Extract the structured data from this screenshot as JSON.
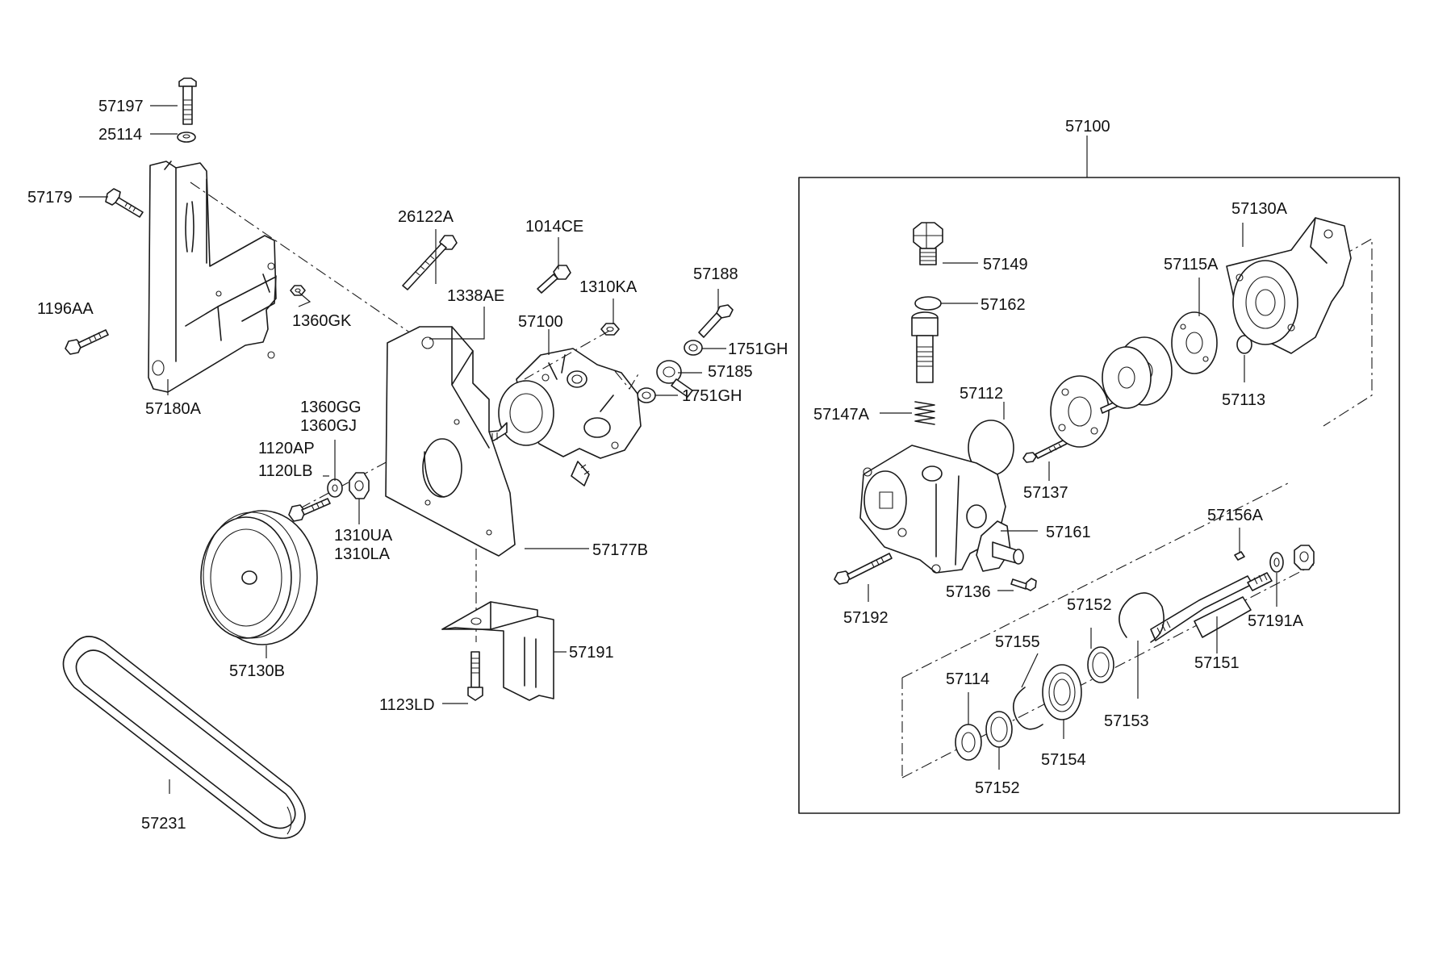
{
  "labels": {
    "l57197": "57197",
    "l25114": "25114",
    "l57179": "57179",
    "l1196AA": "1196AA",
    "l57180A": "57180A",
    "l1360GK": "1360GK",
    "l26122A": "26122A",
    "l1014CE": "1014CE",
    "l1338AE": "1338AE",
    "l1310KA": "1310KA",
    "l57100_left": "57100",
    "l57188": "57188",
    "l1751GH_top": "1751GH",
    "l57185": "57185",
    "l1751GH_bottom": "1751GH",
    "l1360GG": "1360GG",
    "l1360GJ": "1360GJ",
    "l1120AP": "1120AP",
    "l1120LB": "1120LB",
    "l1310UA": "1310UA",
    "l1310LA": "1310LA",
    "l57177B": "57177B",
    "l57130B": "57130B",
    "l57191": "57191",
    "l1123LD": "1123LD",
    "l57231": "57231",
    "l57100_box": "57100",
    "l57130A": "57130A",
    "l57149": "57149",
    "l57115A": "57115A",
    "l57162": "57162",
    "l57113": "57113",
    "l57112": "57112",
    "l57147A": "57147A",
    "l57137": "57137",
    "l57161": "57161",
    "l57156A": "57156A",
    "l57192": "57192",
    "l57136": "57136",
    "l57191A": "57191A",
    "l57152_top": "57152",
    "l57155": "57155",
    "l57151": "57151",
    "l57114": "57114",
    "l57153": "57153",
    "l57154": "57154",
    "l57152_bottom": "57152"
  }
}
